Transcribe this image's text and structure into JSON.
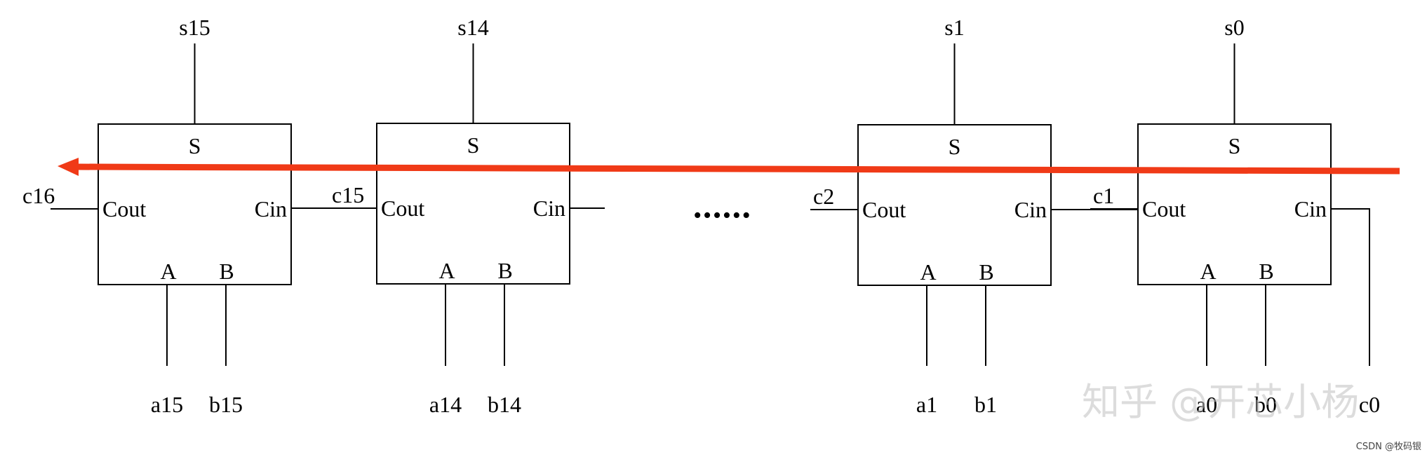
{
  "diagram": {
    "carry_arrow_color": "#f03a17",
    "ellipsis": "••••••",
    "stages": [
      {
        "sum": "s15",
        "s_port": "S",
        "cout_port": "Cout",
        "cin_port": "Cin",
        "a_port": "A",
        "b_port": "B",
        "a_in": "a15",
        "b_in": "b15",
        "carry_out": "c16"
      },
      {
        "sum": "s14",
        "s_port": "S",
        "cout_port": "Cout",
        "cin_port": "Cin",
        "a_port": "A",
        "b_port": "B",
        "a_in": "a14",
        "b_in": "b14",
        "carry_out": "c15"
      },
      {
        "sum": "s1",
        "s_port": "S",
        "cout_port": "Cout",
        "cin_port": "Cin",
        "a_port": "A",
        "b_port": "B",
        "a_in": "a1",
        "b_in": "b1",
        "carry_out": "c2"
      },
      {
        "sum": "s0",
        "s_port": "S",
        "cout_port": "Cout",
        "cin_port": "Cin",
        "a_port": "A",
        "b_port": "B",
        "a_in": "a0",
        "b_in": "b0",
        "carry_out": "c1",
        "carry_in": "c0"
      }
    ]
  },
  "watermark": {
    "text": "知乎 @开芯小杨",
    "credit": "CSDN @牧码银"
  }
}
